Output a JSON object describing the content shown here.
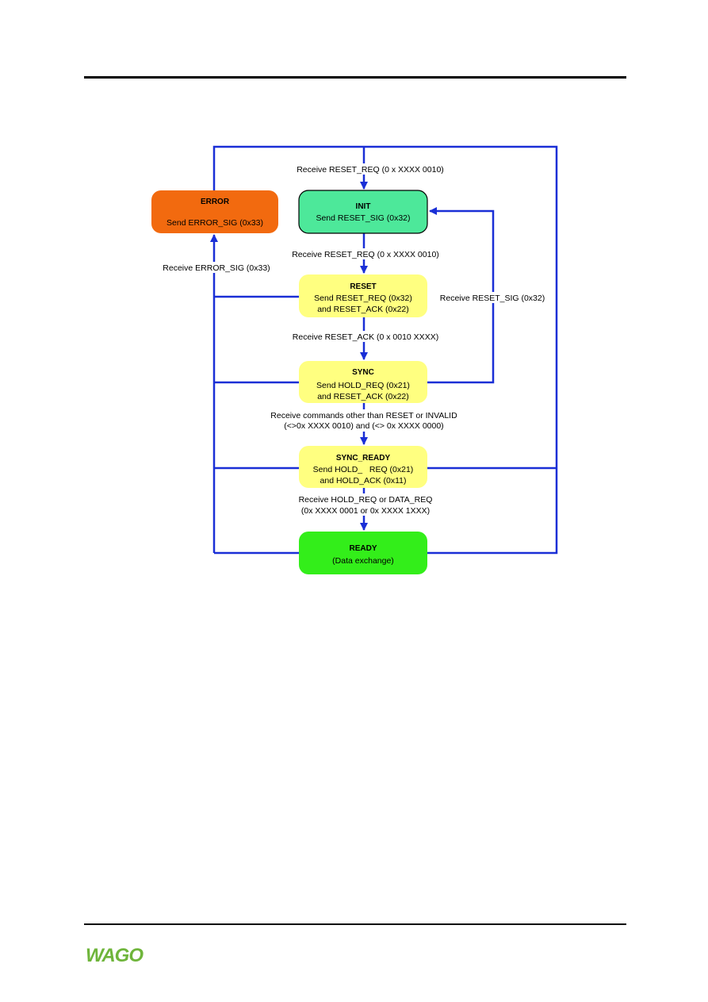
{
  "colors": {
    "arrow": "#1a2fd6",
    "error": "#f26a0f",
    "init": "#4de89a",
    "yellow_state": "#ffff80",
    "ready": "#33ee1a",
    "logo": "#6fb53b"
  },
  "states": {
    "error": {
      "title": "ERROR",
      "line1": "Send ERROR_SIG (0x33)"
    },
    "init": {
      "title": "INIT",
      "line1": "Send RESET_SIG (0x32)"
    },
    "reset": {
      "title": "RESET",
      "line1": "Send RESET_REQ (0x32)",
      "line2": "and RESET_ACK (0x22)"
    },
    "sync": {
      "title": "SYNC",
      "line1": "Send HOLD_REQ (0x21)",
      "line2": "and RESET_ACK (0x22)"
    },
    "sync_ready": {
      "title": "SYNC_READY",
      "line1": "Send HOLD_   REQ (0x21)",
      "line2": "and HOLD_ACK (0x11)"
    },
    "ready": {
      "title": "READY",
      "line1": "(Data exchange)"
    }
  },
  "transitions": {
    "to_init": "Receive RESET_REQ (0 x XXXX 0010)",
    "init_to_reset": "Receive RESET_REQ (0 x XXXX 0010)",
    "reset_to_sync": "Receive RESET_ACK (0 x 0010 XXXX)",
    "sync_to_syncready_1": "Receive commands other than RESET or INVALID",
    "sync_to_syncready_2": "(<>0x XXXX 0010) and (<> 0x XXXX 0000)",
    "syncready_to_ready_1": "Receive HOLD_REQ or DATA_REQ",
    "syncready_to_ready_2": "(0x XXXX 0001 or 0x XXXX 1XXX)",
    "to_error": "Receive ERROR_SIG (0x33)",
    "to_init_sig": "Receive RESET_SIG (0x32)"
  },
  "footer": {
    "logo_text": "WAGO"
  }
}
